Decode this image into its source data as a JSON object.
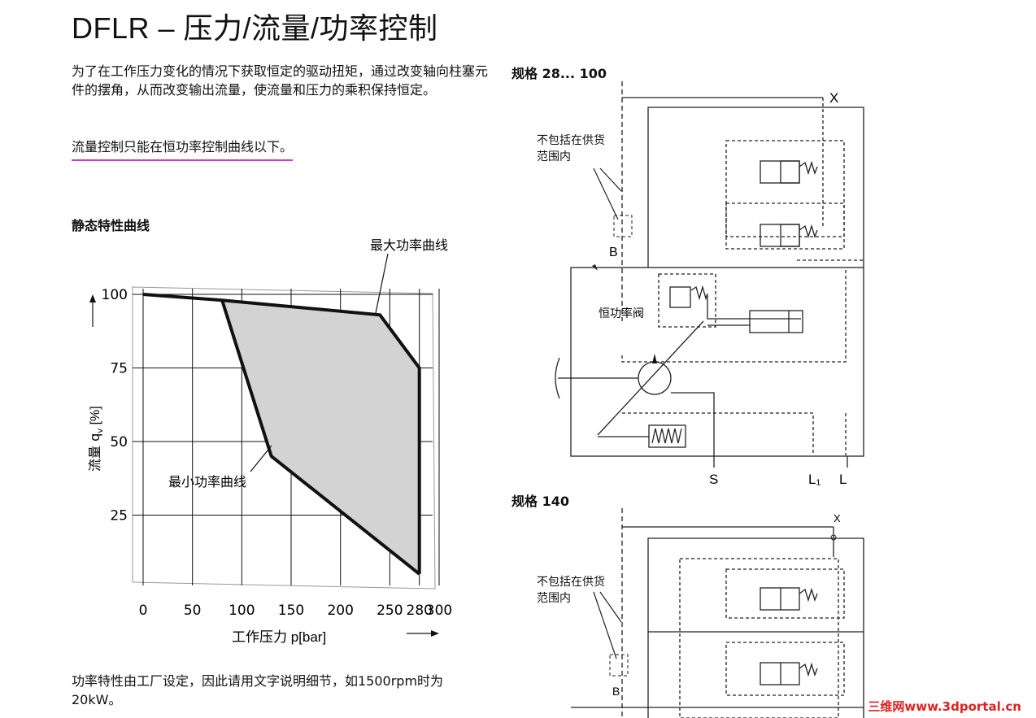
{
  "title": "DFLR – 压力/流量/功率控制",
  "intro": "为了在工作压力变化的情况下获取恒定的驱动扭矩，通过改变轴向柱塞元件的摆角，从而改变输出流量，使流量和压力的乘积保持恒定。",
  "flow_note": "流量控制只能在恒功率控制曲线以下。",
  "curve_heading": "静态特性曲线",
  "footer_note": "功率特性由工厂设定，因此请用文字说明细节，如1500rpm时为20kW。",
  "chart_data": {
    "type": "area",
    "ylabel": "流量 q",
    "ylabel_sub": "v",
    "ylabel_unit": " [%]",
    "xlabel": "工作压力 p[bar]",
    "x_ticks": [
      "0",
      "50",
      "100",
      "150",
      "200",
      "250",
      "280",
      "300"
    ],
    "y_ticks": [
      "100",
      "75",
      "50",
      "25"
    ],
    "xlim": [
      0,
      300
    ],
    "ylim": [
      0,
      100
    ],
    "max_curve_label": "最大功率曲线",
    "min_curve_label": "最小功率曲线",
    "max_power_curve": {
      "x": [
        0,
        80,
        240,
        280,
        280
      ],
      "y": [
        100,
        98,
        93,
        75,
        5
      ]
    },
    "min_power_curve": {
      "x": [
        80,
        130,
        280
      ],
      "y": [
        98,
        45,
        5
      ]
    },
    "fill_color": "#d3d3d3",
    "grid": true
  },
  "schematic_top": {
    "heading": "规格 28... 100",
    "not_included": "不包括在供货范围内",
    "valve_label": "恒功率阀",
    "port_x": "X",
    "port_b": "B",
    "port_s": "S",
    "port_l1": "L₁",
    "port_l": "L"
  },
  "schematic_bottom": {
    "heading": "规格 140",
    "not_included": "不包括在供货范围内",
    "port_x": "X",
    "port_b": "B"
  },
  "watermark": "三维网www.3dportal.cn",
  "colors": {
    "highlight": "#c83cc8",
    "watermark": "#e02020"
  }
}
